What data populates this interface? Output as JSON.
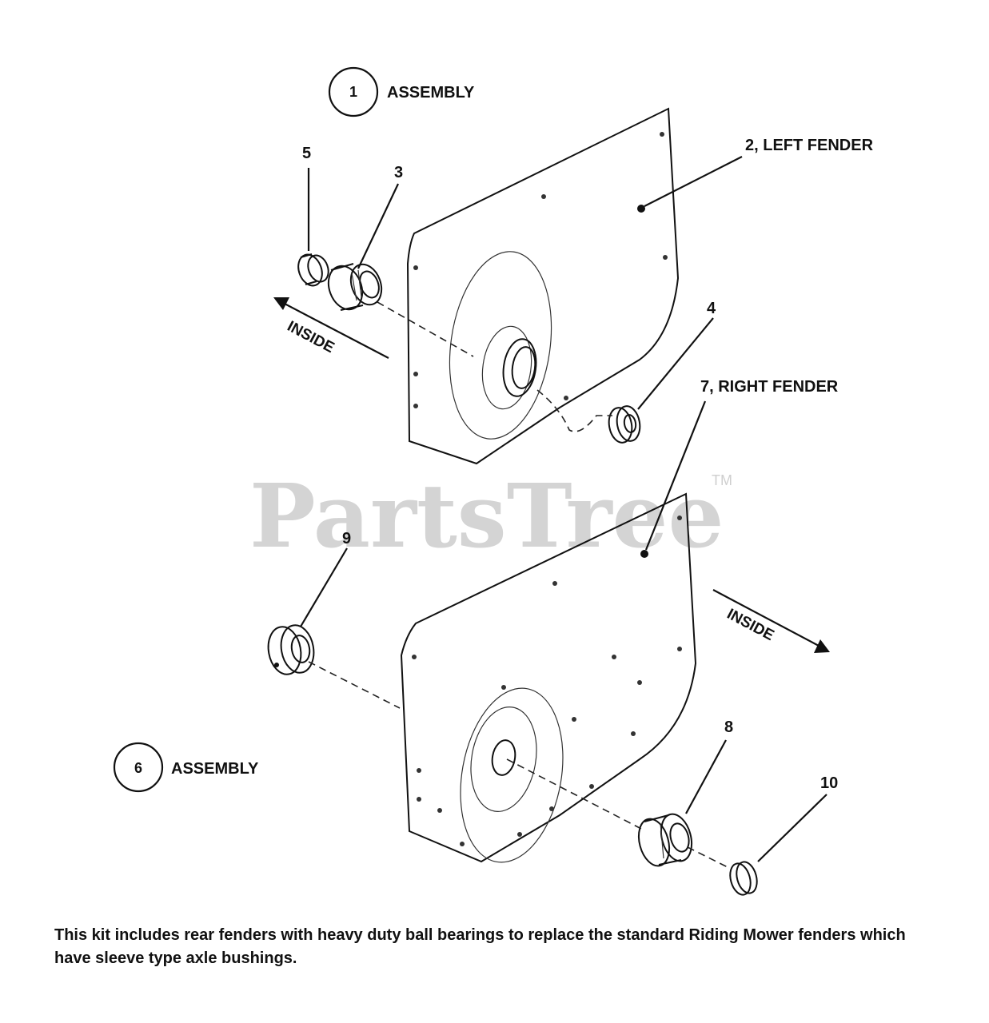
{
  "watermark": {
    "text": "PartsTree",
    "tm": "TM"
  },
  "callouts": {
    "c1": {
      "number": "1",
      "label": "ASSEMBLY"
    },
    "c6": {
      "number": "6",
      "label": "ASSEMBLY"
    },
    "c2": "2, LEFT FENDER",
    "c3": "3",
    "c4": "4",
    "c5": "5",
    "c7": "7, RIGHT FENDER",
    "c8": "8",
    "c9": "9",
    "c10": "10"
  },
  "arrows": {
    "inside_top": "INSIDE",
    "inside_bottom": "INSIDE"
  },
  "caption": "This kit includes rear fenders with heavy duty ball bearings to replace the standard Riding Mower fenders which have sleeve type axle bushings."
}
